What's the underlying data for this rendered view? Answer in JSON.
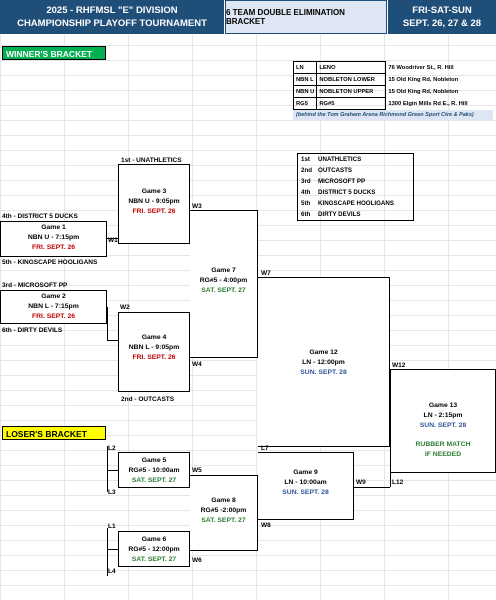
{
  "header": {
    "title_line1": "2025 - RHFMSL \"E\" DIVISION",
    "title_line2": "CHAMPIONSHIP PLAYOFF TOURNAMENT",
    "bracket_type": "6 TEAM DOUBLE ELIMINATION BRACKET",
    "days": "FRI-SAT-SUN",
    "dates": "SEPT. 26, 27 & 28"
  },
  "sections": {
    "winners": "WINNER'S BRACKET",
    "losers": "LOSER'S BRACKET"
  },
  "locations": [
    {
      "code": "LN",
      "name": "LENO",
      "address": "76 Woodriver St., R. Hill"
    },
    {
      "code": "NBN L",
      "name": "NOBLETON LOWER",
      "address": "15 Old King Rd, Nobleton"
    },
    {
      "code": "NBN U",
      "name": "NOBLETON UPPER",
      "address": "15 Old King Rd, Nobleton"
    },
    {
      "code": "RG5",
      "name": "RG#5",
      "address": "1300 Elgin Mills Rd E., R. Hill"
    }
  ],
  "location_note": "(behind the Tom Graham Arena Richmond Green Sport Ctre & Paks)",
  "seeds": [
    {
      "rank": "1st",
      "team": "UNATHLETICS"
    },
    {
      "rank": "2nd",
      "team": "OUTCASTS"
    },
    {
      "rank": "3rd",
      "team": "MICROSOFT PP"
    },
    {
      "rank": "4th",
      "team": "DISTRICT 5 DUCKS"
    },
    {
      "rank": "5th",
      "team": "KINGSCAPE HOOLIGANS"
    },
    {
      "rank": "6th",
      "team": "DIRTY DEVILS"
    }
  ],
  "team_labels": {
    "g3_top": "1st - UNATHLETICS",
    "g1_top": "4th - DISTRICT 5 DUCKS",
    "g1_bottom": "5th - KINGSCAPE HOOLIGANS",
    "g2_top": "3rd - MICROSOFT PP",
    "g2_bottom": "6th - DIRTY DEVILS",
    "g4_bottom": "2nd - OUTCASTS"
  },
  "games": {
    "g1": {
      "title": "Game 1",
      "info": "NBN U - 7:15pm",
      "date": "FRI. SEPT. 26"
    },
    "g2": {
      "title": "Game 2",
      "info": "NBN L - 7:15pm",
      "date": "FRI. SEPT. 26"
    },
    "g3": {
      "title": "Game 3",
      "info": "NBN U - 9:05pm",
      "date": "FRI. SEPT. 26"
    },
    "g4": {
      "title": "Game 4",
      "info": "NBN L - 9:05pm",
      "date": "FRI. SEPT. 26"
    },
    "g5": {
      "title": "Game 5",
      "info": "RG#5 - 10:00am",
      "date": "SAT. SEPT. 27"
    },
    "g6": {
      "title": "Game 6",
      "info": "RG#5 - 12:00pm",
      "date": "SAT. SEPT. 27"
    },
    "g7": {
      "title": "Game 7",
      "info": "RG#5 - 4:00pm",
      "date": "SAT. SEPT. 27"
    },
    "g8": {
      "title": "Game 8",
      "info": "RG#5 -2:00pm",
      "date": "SAT. SEPT. 27"
    },
    "g9": {
      "title": "Game 9",
      "info": "LN - 10:00am",
      "date": "SUN. SEPT. 28"
    },
    "g12": {
      "title": "Game 12",
      "info": "LN - 12:00pm",
      "date": "SUN. SEPT. 28"
    },
    "g13": {
      "title": "Game 13",
      "info": "LN - 2:15pm",
      "date": "SUN. SEPT. 28",
      "note1": "RUBBER MATCH",
      "note2": "IF NEEDED"
    }
  },
  "links": {
    "w1": "W1",
    "w2": "W2",
    "w3": "W3",
    "w4": "W4",
    "w5": "W5",
    "w6": "W6",
    "w7": "W7",
    "w8": "W8",
    "w9": "W9",
    "w12": "W12",
    "l1": "L1",
    "l2": "L2",
    "l3": "L3",
    "l4": "L4",
    "l7": "L7",
    "l12": "L12"
  },
  "colors": {
    "header_bg": "#1f4e79",
    "winners_banner": "#00b050",
    "losers_banner": "#ffff00",
    "fri_date": "#c00000",
    "sat_date": "#2e7d32",
    "sun_date": "#2f5597"
  }
}
